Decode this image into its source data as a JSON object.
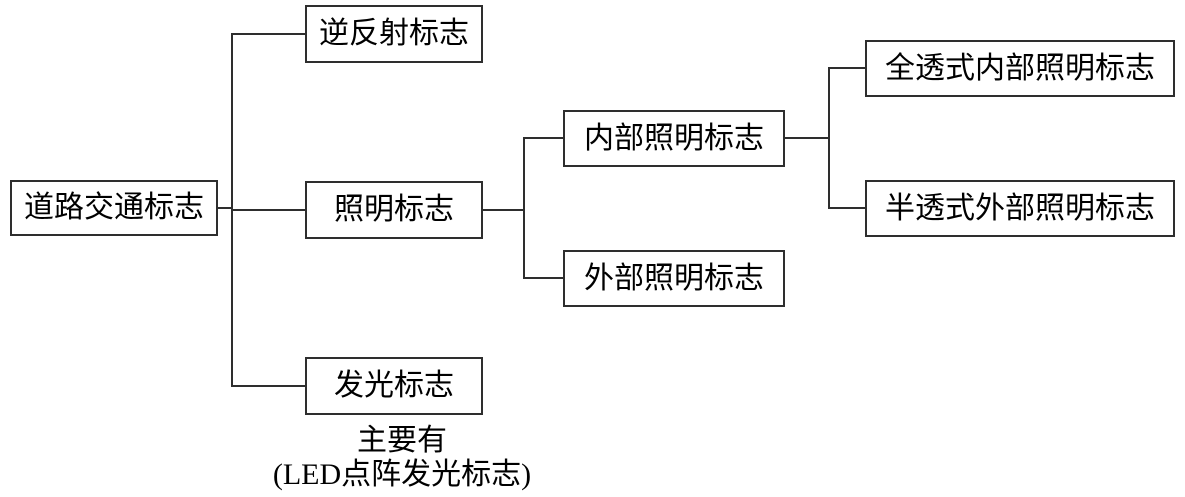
{
  "diagram": {
    "root": {
      "label": "道路交通标志"
    },
    "level1": [
      {
        "label": "逆反射标志"
      },
      {
        "label": "照明标志"
      },
      {
        "label": "发光标志"
      }
    ],
    "level2": [
      {
        "label": "内部照明标志"
      },
      {
        "label": "外部照明标志"
      }
    ],
    "level3": [
      {
        "label": "全透式内部照明标志"
      },
      {
        "label": "半透式外部照明标志"
      }
    ],
    "caption": {
      "line1": "主要有",
      "line2": "(LED点阵发光标志)"
    },
    "colors": {
      "line": "#2e2e2e",
      "border": "#2e2e2e",
      "text": "#000000",
      "background": "#ffffff"
    }
  }
}
